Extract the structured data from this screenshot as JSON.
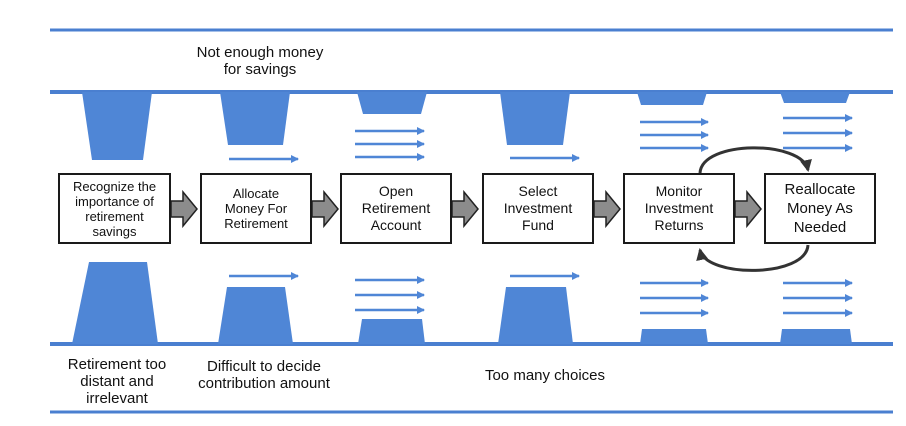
{
  "colors": {
    "band": "#4a7fd0",
    "wedge": "#4f86d6",
    "box_border": "#1a1a1a",
    "connector": "#8c8c8c",
    "loop": "#333333"
  },
  "labels": {
    "top_note": "Not enough money\nfor savings",
    "bottom_note_1": "Retirement too\ndistant and\nirrelevant",
    "bottom_note_2": "Difficult to decide\ncontribution amount",
    "bottom_note_3": "Too many choices"
  },
  "steps": [
    {
      "label": "Recognize the\nimportance of\nretirement\nsavings"
    },
    {
      "label": "Allocate\nMoney For\nRetirement"
    },
    {
      "label": "Open\nRetirement\nAccount"
    },
    {
      "label": "Select\nInvestment\nFund"
    },
    {
      "label": "Monitor\nInvestment\nReturns"
    },
    {
      "label": "Reallocate\nMoney As\nNeeded"
    }
  ]
}
